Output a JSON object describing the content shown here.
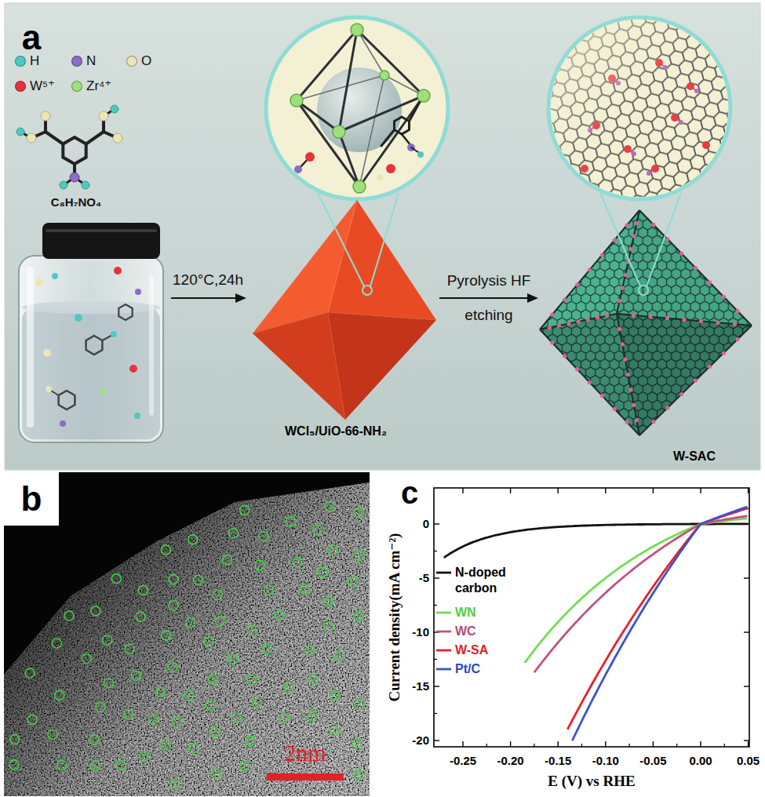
{
  "diagram": {
    "nodes": [
      {
        "text": [
          "WCl₅/UiO-66-NH₂"
        ]
      },
      {
        "text": [
          "W-SAC"
        ]
      }
    ],
    "edges": [
      {
        "from": 0,
        "to": 1,
        "arrow": "to",
        "label": "Pyrolysis HF etching"
      }
    ],
    "labels": [
      "a",
      "C₈H₇NO₄",
      "120°C,24h",
      "b",
      "2nm",
      "c",
      "Current density(mA cm⁻²)",
      "E (V) vs RHE",
      "0",
      "-5",
      "-10",
      "-15",
      "-20",
      "-0.25",
      "-0.20",
      "-0.15",
      "-0.10",
      "-0.05",
      "0.00",
      "0.05"
    ],
    "legend": [
      {
        "text": "H",
        "color": "#4fc9c0"
      },
      {
        "text": "N",
        "color": "#8c6cc4"
      },
      {
        "text": "O",
        "color": "#ece6b4"
      },
      {
        "text": "W⁵⁺",
        "color": "#e8323c"
      },
      {
        "text": "Zr⁴⁺",
        "color": "#9ee07c"
      },
      {
        "text": "N-doped carbon"
      },
      {
        "text": "WN"
      },
      {
        "text": "WC"
      },
      {
        "text": "W-SA"
      },
      {
        "text": "Pt/C"
      }
    ]
  }
}
